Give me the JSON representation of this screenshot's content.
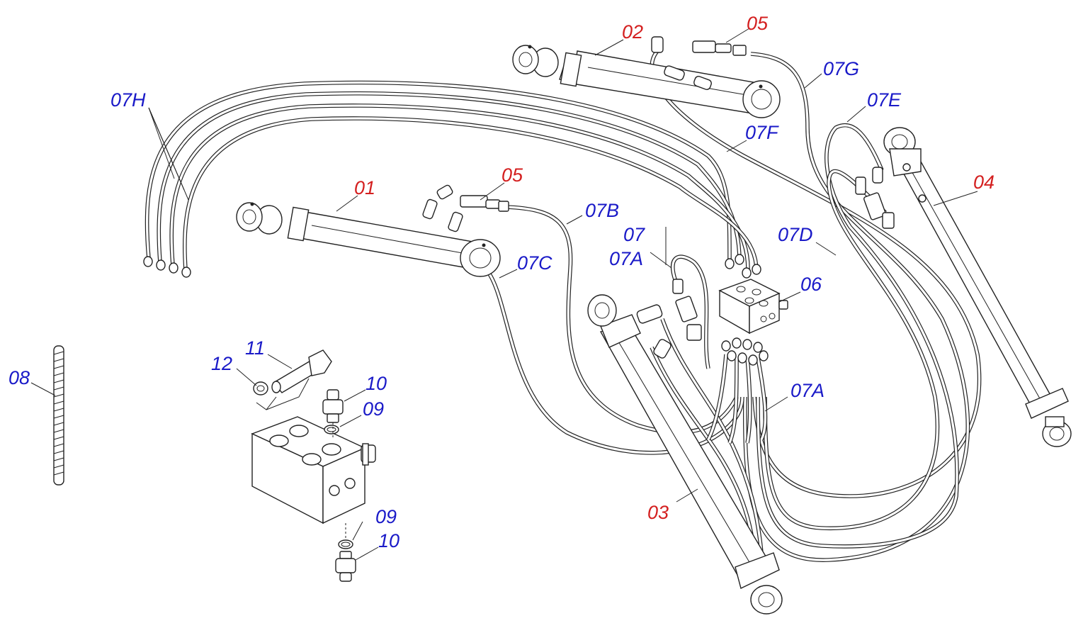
{
  "colors": {
    "main_part_label": "#d42020",
    "component_label": "#1a1ac8",
    "line": "#222222"
  },
  "labels": {
    "p01": "01",
    "p02": "02",
    "p03": "03",
    "p04": "04",
    "p05a": "05",
    "p05b": "05",
    "p06": "06",
    "p07": "07",
    "p07A_top": "07A",
    "p07A": "07A",
    "p07B": "07B",
    "p07C": "07C",
    "p07D": "07D",
    "p07E": "07E",
    "p07F": "07F",
    "p07G": "07G",
    "p07H": "07H",
    "p08": "08",
    "p09a": "09",
    "p09b": "09",
    "p10a": "10",
    "p10b": "10",
    "p11": "11",
    "p12": "12"
  }
}
